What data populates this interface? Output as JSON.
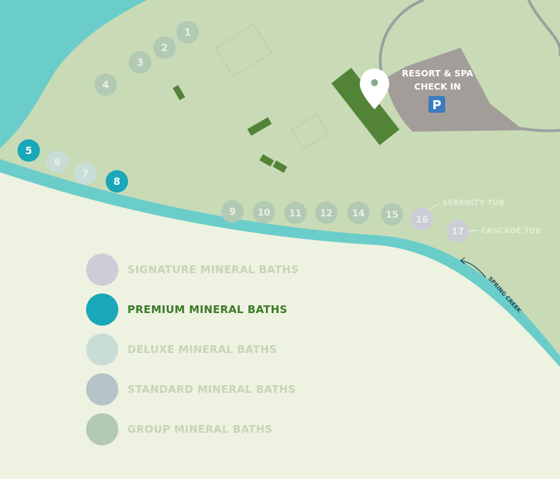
{
  "colors": {
    "land_light": "#eef2e1",
    "land_green": "#c8dbb6",
    "river": "#6acdca",
    "building": "#538337",
    "parking_area": "#a39d99",
    "road": "#9aa0a2",
    "parking_sign": "#3b7bbf",
    "premium": "#1aa7b9",
    "signature": "#cccdd6",
    "deluxe": "#c9ddd8",
    "standard": "#b6c4c7",
    "group": "#b2c9b4"
  },
  "icons": {
    "location": "map-pin-icon",
    "parking": "parking-icon",
    "direction": "flow-arrow-icon"
  },
  "checkin": {
    "line1": "RESORT & SPA",
    "line2": "CHECK IN",
    "parking_letter": "P"
  },
  "creek_label": "SPRING CREEK",
  "tubs": {
    "serenity": "SERENITY TUB",
    "cascade": "CASCADE TUB"
  },
  "baths": [
    {
      "label": "1",
      "category": "group"
    },
    {
      "label": "2",
      "category": "group"
    },
    {
      "label": "3",
      "category": "group"
    },
    {
      "label": "4",
      "category": "group"
    },
    {
      "label": "5",
      "category": "premium"
    },
    {
      "label": "6",
      "category": "deluxe"
    },
    {
      "label": "7",
      "category": "deluxe"
    },
    {
      "label": "8",
      "category": "premium"
    },
    {
      "label": "9",
      "category": "group"
    },
    {
      "label": "10",
      "category": "group"
    },
    {
      "label": "11",
      "category": "group"
    },
    {
      "label": "12",
      "category": "group"
    },
    {
      "label": "14",
      "category": "group"
    },
    {
      "label": "15",
      "category": "group"
    },
    {
      "label": "16",
      "category": "signature"
    },
    {
      "label": "17",
      "category": "signature"
    }
  ],
  "legend": [
    {
      "label": "SIGNATURE  MINERAL BATHS",
      "category": "signature",
      "text_color": "#c7d5b6"
    },
    {
      "label": "PREMIUM MINERAL BATHS",
      "category": "premium",
      "text_color": "#3d7a2a"
    },
    {
      "label": "DELUXE MINERAL BATHS",
      "category": "deluxe",
      "text_color": "#c7d5b6"
    },
    {
      "label": "STANDARD MINERAL BATHS",
      "category": "standard",
      "text_color": "#c7d5b6"
    },
    {
      "label": "GROUP MINERAL BATHS",
      "category": "group",
      "text_color": "#c7d5b6"
    }
  ]
}
